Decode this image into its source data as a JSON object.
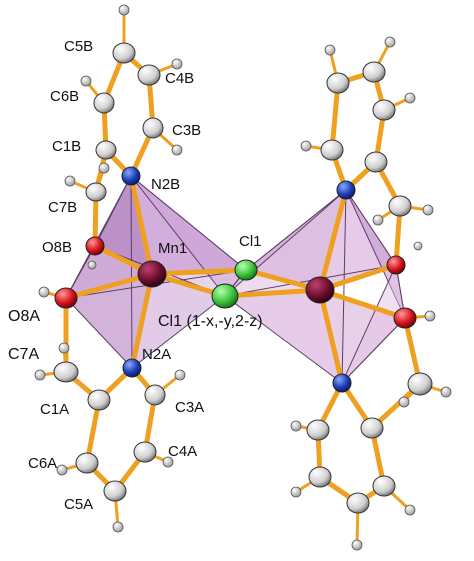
{
  "colors": {
    "bond": "#f0a020",
    "bond_dark": "#c77c0a",
    "polyhedron_fill": "#b87cc4",
    "polyhedron_edge": "#5b3f66",
    "manganese": "#6b0f2e",
    "chlorine": "#3cc43c",
    "nitrogen": "#1d3fb5",
    "oxygen": "#d8141a",
    "carbon": "#d8d8d8",
    "hydrogen": "#f2f2f2"
  },
  "labels": {
    "c5b": "C5B",
    "c4b": "C4B",
    "c6b": "C6B",
    "c3b": "C3B",
    "c1b": "C1B",
    "n2b": "N2B",
    "c7b": "C7B",
    "o8b": "O8B",
    "mn1": "Mn1",
    "cl1": "Cl1",
    "o8a": "O8A",
    "cl1_sym": "Cl1 (1-x,-y,2-z)",
    "c7a": "C7A",
    "n2a": "N2A",
    "c1a": "C1A",
    "c3a": "C3A",
    "c6a": "C6A",
    "c4a": "C4A",
    "c5a": "C5A"
  }
}
